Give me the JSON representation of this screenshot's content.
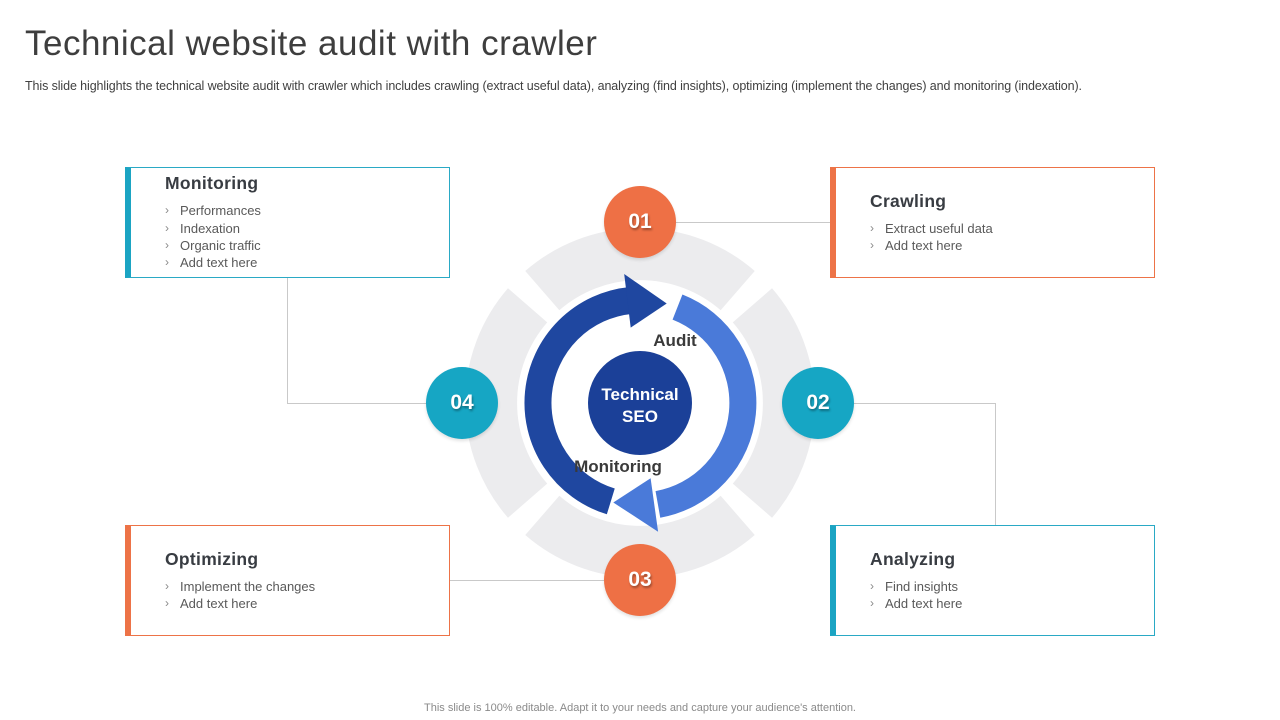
{
  "slide": {
    "title": "Technical website audit with crawler",
    "subtitle": "This slide highlights the technical website audit with crawler which includes crawling (extract useful data), analyzing (find insights), optimizing (implement the changes) and monitoring (indexation).",
    "footer": "This slide is 100% editable.  Adapt it to your needs and capture your audience's attention."
  },
  "bullet_char": "›",
  "colors": {
    "orange": "#ee7045",
    "teal": "#16a6c4",
    "dark_blue": "#1f47a0",
    "light_blue": "#4a7ad9",
    "navy_center": "#1b4098",
    "gray_ring": "#ececee",
    "connector_gray": "#c9c9c9"
  },
  "diagram": {
    "center_line1": "Technical",
    "center_line2": "SEO",
    "audit_label": "Audit",
    "monitoring_label": "Monitoring",
    "steps": [
      {
        "number": "01",
        "color": "orange"
      },
      {
        "number": "02",
        "color": "teal"
      },
      {
        "number": "03",
        "color": "orange"
      },
      {
        "number": "04",
        "color": "teal"
      }
    ]
  },
  "boxes": [
    {
      "title": "Monitoring",
      "accent": "teal",
      "items": [
        "Performances",
        "Indexation",
        "Organic traffic",
        "Add text here"
      ]
    },
    {
      "title": "Crawling",
      "accent": "orange",
      "items": [
        "Extract useful data",
        "Add text here"
      ]
    },
    {
      "title": "Optimizing",
      "accent": "orange",
      "items": [
        "Implement the changes",
        "Add text here"
      ]
    },
    {
      "title": "Analyzing",
      "accent": "teal",
      "items": [
        "Find insights",
        "Add text here"
      ]
    }
  ]
}
